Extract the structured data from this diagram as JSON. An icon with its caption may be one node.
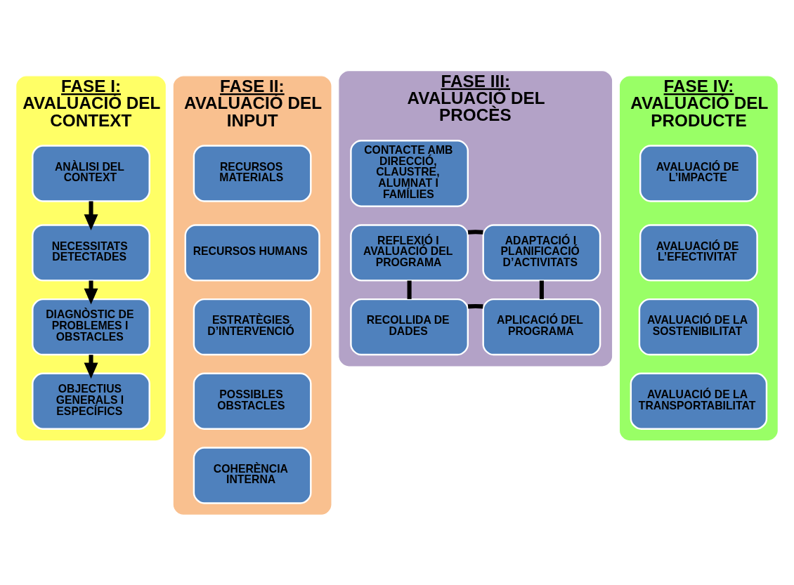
{
  "diagram": {
    "nodes": [
      {
        "text": [
          "FASE I:",
          "AVALUACIÓ DEL CONTEXT"
        ]
      },
      {
        "text": [
          "ANÀLISI DEL CONTEXT"
        ],
        "in": 0
      },
      {
        "text": [
          "NECESSITATS DETECTADES"
        ],
        "in": 0
      },
      {
        "text": [
          "DIAGNÒSTIC DE PROBLEMES I OBSTACLES"
        ],
        "in": 0
      },
      {
        "text": [
          "OBJECTIUS GENERALS I ESPECÍFICS"
        ],
        "in": 0
      },
      {
        "text": [
          "FASE II:",
          "AVALUACIÓ DEL INPUT"
        ]
      },
      {
        "text": [
          "RECURSOS MATERIALS"
        ],
        "in": 5
      },
      {
        "text": [
          "RECURSOS HUMANS"
        ],
        "in": 5
      },
      {
        "text": [
          "ESTRATÈGIES D’INTERVENCIÓ"
        ],
        "in": 5
      },
      {
        "text": [
          "POSSIBLES OBSTACLES"
        ],
        "in": 5
      },
      {
        "text": [
          "COHERÈNCIA INTERNA"
        ],
        "in": 5
      },
      {
        "text": [
          "FASE III:",
          "AVALUACIÓ DEL PROCÈS"
        ]
      },
      {
        "text": [
          "CONTACTE AMB DIRECCIÓ, CLAUSTRE, ALUMNAT I FAMÍLIES"
        ],
        "in": 11
      },
      {
        "text": [
          "REFLEXIÓ I AVALUACIÓ DEL PROGRAMA"
        ],
        "in": 11
      },
      {
        "text": [
          "ADAPTACIÓ I PLANIFICACIÓ D’ACTIVITATS"
        ],
        "in": 11
      },
      {
        "text": [
          "RECOLLIDA DE DADES"
        ],
        "in": 11
      },
      {
        "text": [
          "APLICACIÓ DEL PROGRAMA"
        ],
        "in": 11
      },
      {
        "text": [
          "FASE IV:",
          "AVALUACIÓ DEL PRODUCTE"
        ]
      },
      {
        "text": [
          "AVALUACIÓ DE L’IMPACTE"
        ],
        "in": 17
      },
      {
        "text": [
          "AVALUACIÓ DE L’EFECTIVITAT"
        ],
        "in": 17
      },
      {
        "text": [
          "AVALUACIÓ DE LA SOSTENIBILITAT"
        ],
        "in": 17
      },
      {
        "text": [
          "AVALUACIÓ DE LA TRANSPORTABILITAT"
        ],
        "in": 17
      }
    ],
    "edges": [
      {
        "from": 1,
        "to": 2,
        "arrow": "to"
      },
      {
        "from": 2,
        "to": 3,
        "arrow": "to"
      },
      {
        "from": 3,
        "to": 4,
        "arrow": "to"
      },
      {
        "from": 14,
        "to": 16,
        "arrow": "none"
      },
      {
        "from": 16,
        "to": 15,
        "arrow": "none"
      },
      {
        "from": 15,
        "to": 13,
        "arrow": "none"
      },
      {
        "from": 13,
        "to": 14,
        "arrow": "none"
      }
    ]
  }
}
